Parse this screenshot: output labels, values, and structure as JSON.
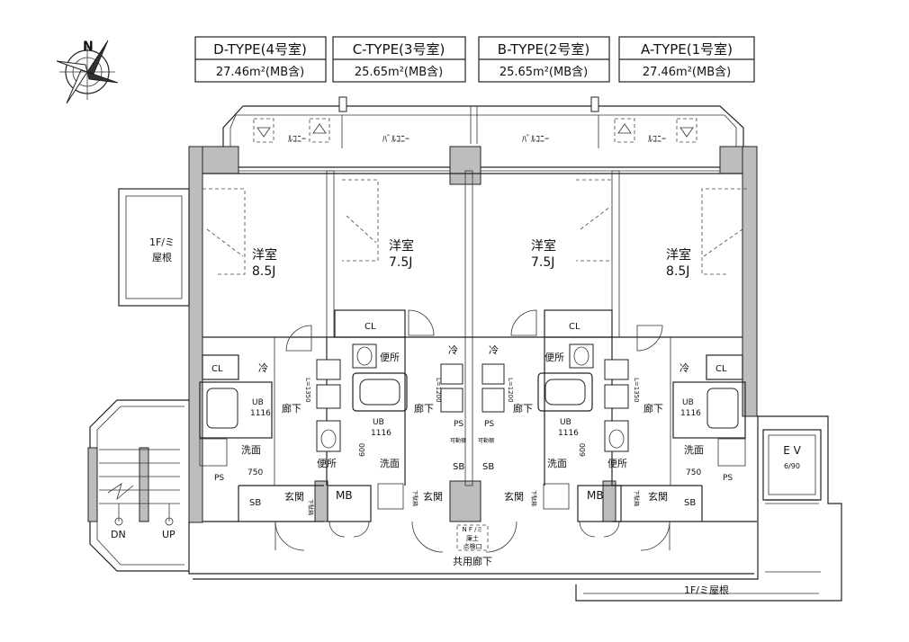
{
  "units": [
    {
      "type": "D-TYPE(4号室)",
      "area": "27.46m²(MB含)",
      "room": "洋室",
      "size": "8.5J"
    },
    {
      "type": "C-TYPE(3号室)",
      "area": "25.65m²(MB含)",
      "room": "洋室",
      "size": "7.5J"
    },
    {
      "type": "B-TYPE(2号室)",
      "area": "25.65m²(MB含)",
      "room": "洋室",
      "size": "7.5J"
    },
    {
      "type": "A-TYPE(1号室)",
      "area": "27.46m²(MB含)",
      "room": "洋室",
      "size": "8.5J"
    }
  ],
  "labels": {
    "balcony_small": "ﾙｺﾆｰ",
    "balcony": "ﾊﾞﾙｺﾆｰ",
    "cl": "CL",
    "refrigerator": "冷",
    "toilet": "便所",
    "corridor": "廊下",
    "ub": "UB",
    "ub_size": "1116",
    "washroom": "洗面",
    "entrance": "玄関",
    "sb": "SB",
    "ps": "PS",
    "mb": "MB",
    "shoe": "下駄箱",
    "dim_750": "750",
    "dim_600": "600",
    "dim_1350": "L=1350",
    "dim_1200": "L=1200",
    "movable": "可動棚",
    "roof_left_1": "1F/ミ",
    "roof_left_2": "屋根",
    "roof_bottom": "1F/ミ屋根",
    "shared_corridor": "共用廊下",
    "nf_1": "N F /ミ",
    "nf_2": "廉土",
    "nf_3": "点検口",
    "ev": "E V",
    "ev_cap": "6/90",
    "dn": "DN",
    "up": "UP",
    "north": "N"
  },
  "colors": {
    "wall": "#bdbdbd",
    "line": "#222222"
  }
}
